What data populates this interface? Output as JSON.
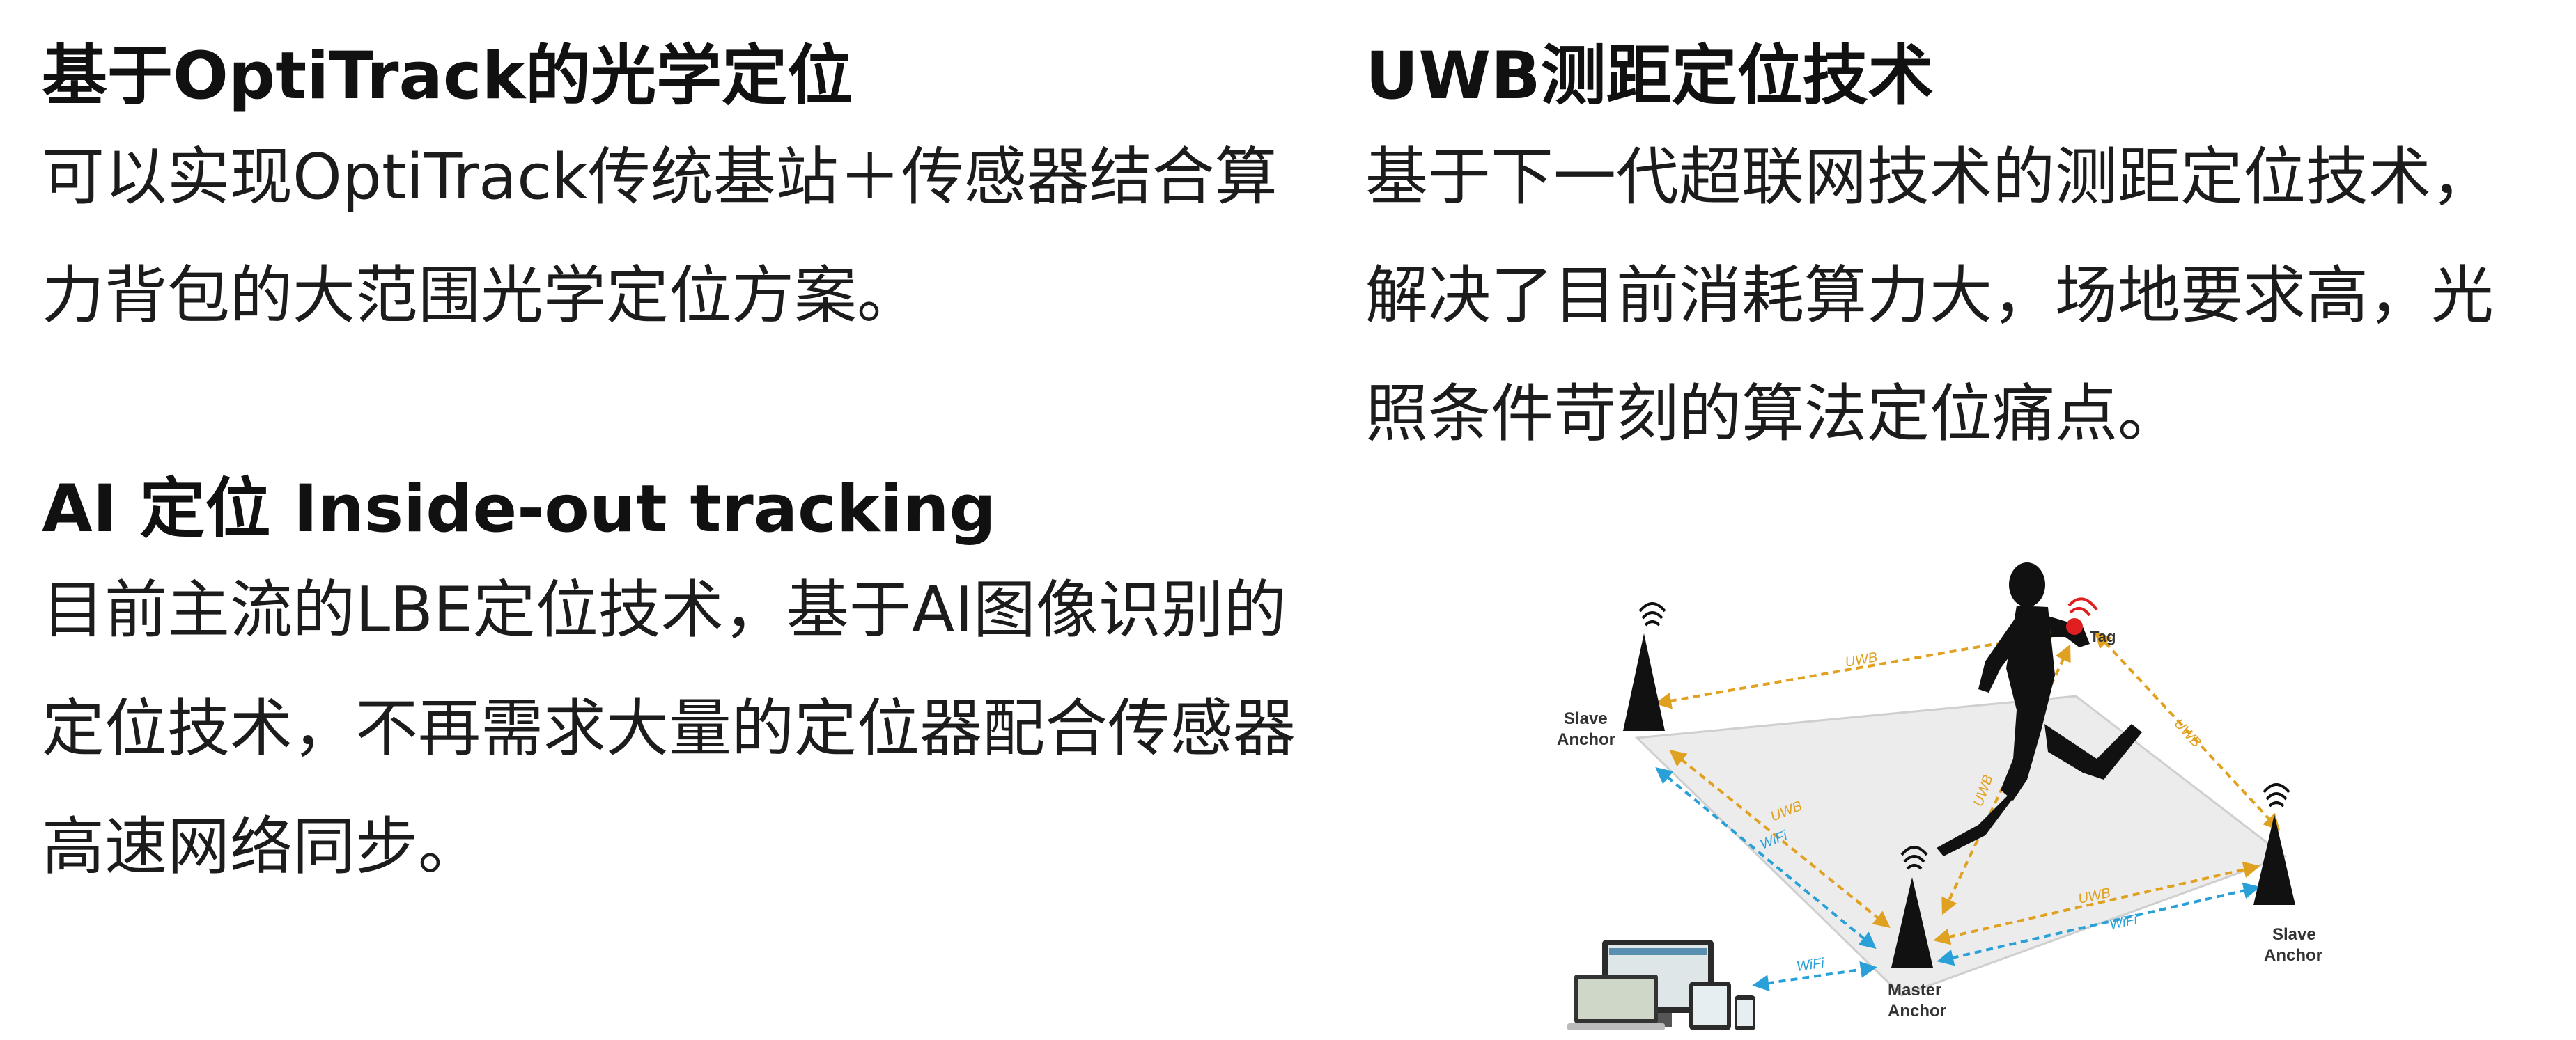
{
  "optical": {
    "title": "基于OptiTrack的光学定位",
    "body": "可以实现OptiTrack传统基站＋传感器结合算力背包的大范围光学定位方案。"
  },
  "ai": {
    "title": "AI 定位 Inside-out tracking",
    "body": "目前主流的LBE定位技术，基于AI图像识别的定位技术，不再需求大量的定位器配合传感器高速网络同步。"
  },
  "uwb": {
    "title": "UWB测距定位技术",
    "body": "基于下一代超联网技术的测距定位技术，解决了目前消耗算力大，场地要求高，光照条件苛刻的算法定位痛点。"
  },
  "diagram": {
    "tag_label": "Tag",
    "slave_anchor_left": [
      "Slave",
      "Anchor"
    ],
    "slave_anchor_right": [
      "Slave",
      "Anchor"
    ],
    "master_anchor": [
      "Master",
      "Anchor"
    ],
    "link_uwb": "UWB",
    "link_wifi": "WiFi",
    "colors": {
      "uwb_link": "#e0a020",
      "wifi_link": "#2aa0d8",
      "tag": "#e02020",
      "anchor": "#111111",
      "floor": "#e8e8e8"
    }
  }
}
